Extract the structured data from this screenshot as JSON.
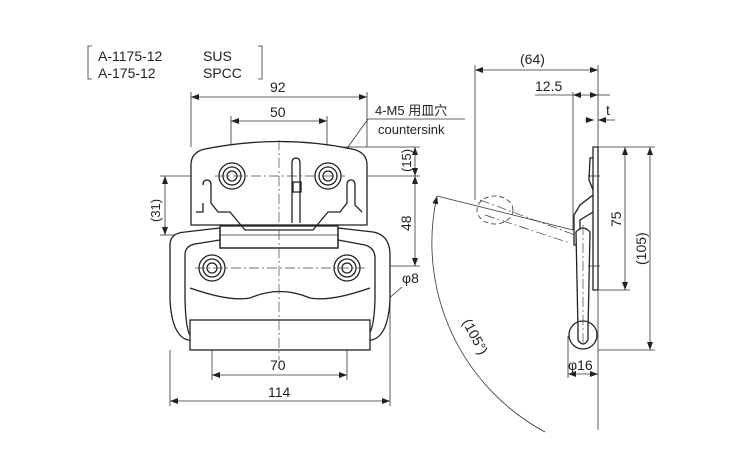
{
  "title": {
    "line1_model": "A-1175-12",
    "line1_material": "SUS",
    "line2_model": "A-175-12",
    "line2_material": "SPCC"
  },
  "front_view": {
    "dim_overall_plate_width": "92",
    "dim_hole_pitch_upper": "50",
    "note_holes_jp": "4-M5 用皿穴",
    "note_holes_en": "countersink",
    "dim_top_to_hole": "(15)",
    "dim_hole_vertical": "48",
    "dim_side_31": "(31)",
    "dim_wire_dia": "φ8",
    "dim_hole_pitch_lower": "70",
    "dim_overall_width": "114"
  },
  "side_view": {
    "dim_projection": "(64)",
    "dim_offset": "12.5",
    "dim_thickness": "t",
    "dim_plate_height": "75",
    "dim_overall_height": "(105)",
    "dim_grip_dia": "φ16",
    "dim_swing_angle": "(105°)"
  }
}
